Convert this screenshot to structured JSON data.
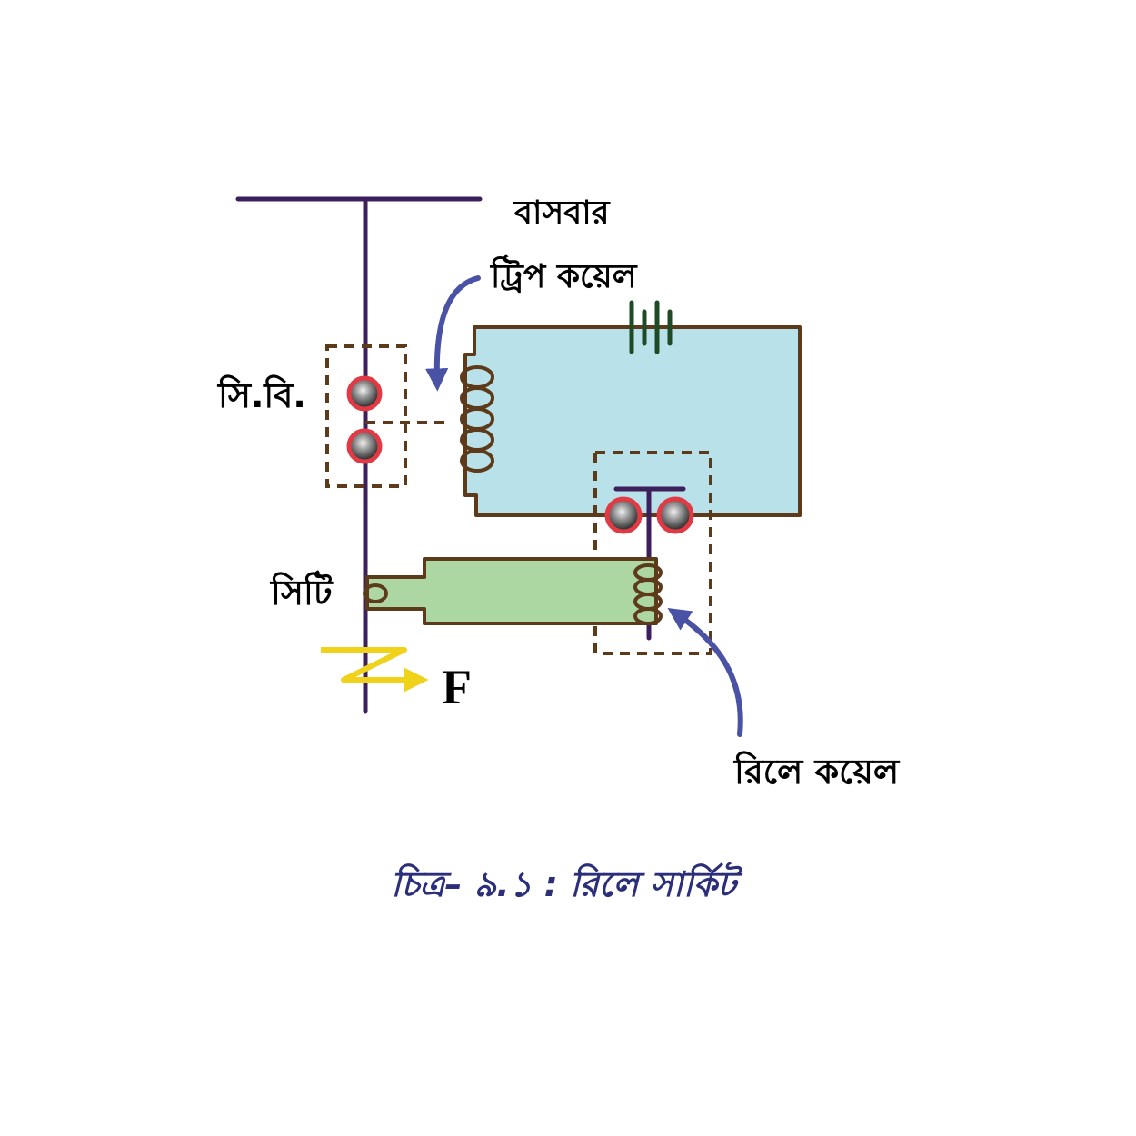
{
  "labels": {
    "busbar": "বাসবার",
    "trip_coil": "ট্রিপ কয়েল",
    "circuit_breaker": "সি.বি.",
    "ct": "সিটি",
    "fault": "F",
    "relay_coil": "রিলে কয়েল"
  },
  "caption": "চিত্র– ৯.১ : রিলে সার্কিট",
  "colors": {
    "busbar_line": "#3d1f5c",
    "wire": "#5c3a1a",
    "trip_circuit_fill": "#b9e1ea",
    "ct_fill": "#acd6a2",
    "battery": "#1f4a26",
    "contact_ring": "#e23a44",
    "arrow": "#4a52a6",
    "fault_arrow": "#f0d21a",
    "caption": "#2b2f7a"
  },
  "icons": {
    "battery": "battery-icon",
    "contact": "contact-icon",
    "coil": "coil-icon",
    "fault": "fault-arrow-icon"
  }
}
